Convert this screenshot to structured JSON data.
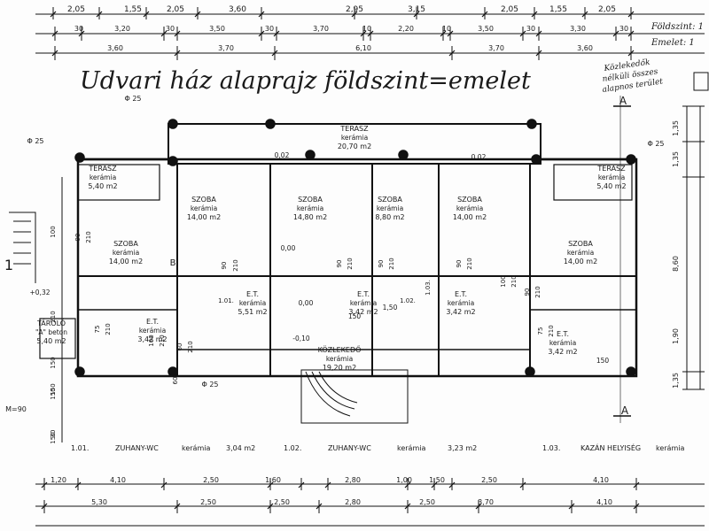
{
  "title": "Udvari ház alaprajz földszint=emelet",
  "corner_notes": [
    "Földszint: 1",
    "Emelet: 1"
  ],
  "side_note": [
    "Közlekedők",
    "nélküli összes",
    "alapnos terület"
  ],
  "section_marks": [
    "A",
    "A"
  ],
  "left_marks": [
    "1",
    "B",
    "M=90"
  ],
  "top_dims": {
    "row1": [
      "2,05",
      "1,55",
      "2,05",
      "3,60",
      "2,95",
      "3,15",
      "2,05",
      "1,55",
      "2,05"
    ],
    "row2": [
      "30",
      "3,20",
      "30",
      "3,50",
      "30",
      "3,70",
      "10",
      "2,20",
      "10",
      "3,50",
      "30",
      "3,30",
      "30"
    ],
    "row3": [
      "3,60",
      "3,70",
      "6,10",
      "3,70",
      "3,60"
    ]
  },
  "bottom_dims": {
    "row1": [
      "1,20",
      "4,10",
      "2,50",
      "1,60",
      "2,80",
      "1,00",
      "1,50",
      "2,50",
      "4,10"
    ],
    "row2": [
      "5,30",
      "2,50",
      "2,50",
      "2,80",
      "2,50",
      "3,70",
      "4,10"
    ]
  },
  "right_dims": [
    "1,35",
    "1,35",
    "8,60",
    "1,90",
    "1,35"
  ],
  "left_dims": [
    "100",
    "150",
    "150",
    "210",
    "150",
    "30",
    "150"
  ],
  "rooms": [
    {
      "name": "TERASZ",
      "material": "kerámia",
      "area": "20,70 m2"
    },
    {
      "name": "TERASZ",
      "material": "kerámia",
      "area": "5,40 m2"
    },
    {
      "name": "TERASZ",
      "material": "kerámia",
      "area": "5,40 m2"
    },
    {
      "name": "SZOBA",
      "material": "kerámia",
      "area": "14,00 m2"
    },
    {
      "name": "SZOBA",
      "material": "kerámia",
      "area": "14,00 m2"
    },
    {
      "name": "SZOBA",
      "material": "kerámia",
      "area": "14,80 m2"
    },
    {
      "name": "SZOBA",
      "material": "kerámia",
      "area": "8,80 m2"
    },
    {
      "name": "SZOBA",
      "material": "kerámia",
      "area": "14,00 m2"
    },
    {
      "name": "SZOBA",
      "material": "kerámia",
      "area": "14,00 m2"
    },
    {
      "name": "E.T.",
      "material": "kerámia",
      "area": "3,42 m2"
    },
    {
      "name": "E.T.",
      "material": "kerámia",
      "area": "5,51 m2"
    },
    {
      "name": "E.T.",
      "material": "kerámia",
      "area": "3,42 m2"
    },
    {
      "name": "E.T.",
      "material": "kerámia",
      "area": "3,42 m2"
    },
    {
      "name": "E.T.",
      "material": "kerámia",
      "area": "3,42 m2"
    },
    {
      "name": "TÁROLÓ",
      "material": "\"A\" beton",
      "area": "5,40 m2"
    },
    {
      "name": "KÖZLEKEDŐ",
      "material": "kerámia",
      "area": "19,20 m2"
    }
  ],
  "room_numbers": [
    "1.01.",
    "1.02.",
    "1.03."
  ],
  "legend": [
    {
      "num": "1.01.",
      "name": "ZUHANY-WC",
      "material": "kerámia",
      "area": "3,04 m2"
    },
    {
      "num": "1.02.",
      "name": "ZUHANY-WC",
      "material": "kerámia",
      "area": "3,23 m2"
    },
    {
      "num": "1.03.",
      "name": "KAZÁN HELYISÉG",
      "material": "kerámia",
      "area": ""
    }
  ],
  "pipe_labels": [
    "Φ 25",
    "Φ 25",
    "Φ 25",
    "Φ 25"
  ],
  "door_labels": [
    "90",
    "210",
    "90",
    "210",
    "90",
    "210",
    "90",
    "210",
    "90",
    "210",
    "90",
    "210",
    "100",
    "210",
    "75",
    "210",
    "60",
    "210",
    "100",
    "210",
    "75",
    "210",
    "60"
  ],
  "misc_labels": [
    "0,02",
    "+0,32",
    "0,00",
    "-0,10",
    "0,00",
    "0,02",
    "150",
    "150",
    "1,50"
  ]
}
